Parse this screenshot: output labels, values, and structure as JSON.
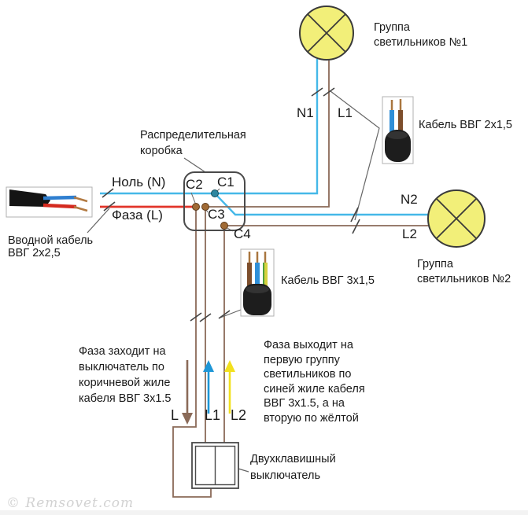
{
  "page": {
    "background": "#ffffff",
    "watermark": "© Remsovet.com"
  },
  "labels": {
    "input_cable": [
      "Вводной кабель",
      "ВВГ 2х2,5"
    ],
    "neutral": "Ноль (N)",
    "phase": "Фаза (L)",
    "junction_box": [
      "Распределительная",
      "коробка"
    ],
    "lamp_group1": [
      "Группа",
      "светильников №1"
    ],
    "lamp_group2": [
      "Группа",
      "светильников №2"
    ],
    "cable_2x15": "Кабель ВВГ 2х1,5",
    "cable_3x15": "Кабель ВВГ 3х1,5",
    "switch": [
      "Двухклавишный",
      "выключатель"
    ],
    "note_phase_in": [
      "Фаза заходит на",
      "выключатель по",
      "коричневой жиле",
      "кабеля ВВГ 3х1.5"
    ],
    "note_phase_out": [
      "Фаза выходит на",
      "первую группу",
      "светильников по",
      "синей жиле кабеля",
      "ВВГ 3х1.5, а на",
      "вторую по жёлтой"
    ]
  },
  "terminals": {
    "c1": "C1",
    "c2": "C2",
    "c3": "C3",
    "c4": "C4"
  },
  "wire_tags": {
    "n1": "N1",
    "l1": "L1",
    "n2": "N2",
    "l2": "L2",
    "switch_l": "L",
    "switch_l1": "L1",
    "switch_l2": "L2"
  },
  "colors": {
    "neutral_line": "#45b8e8",
    "phase_line": "#e2342a",
    "brown_wire": "#8a6a58",
    "arrow_blue": "#1e96d6",
    "arrow_yellow": "#f2e01e",
    "lamp_fill": "#f2ef79",
    "terminal_neutral": "#2e87a0",
    "terminal_brown": "#a06a35"
  }
}
